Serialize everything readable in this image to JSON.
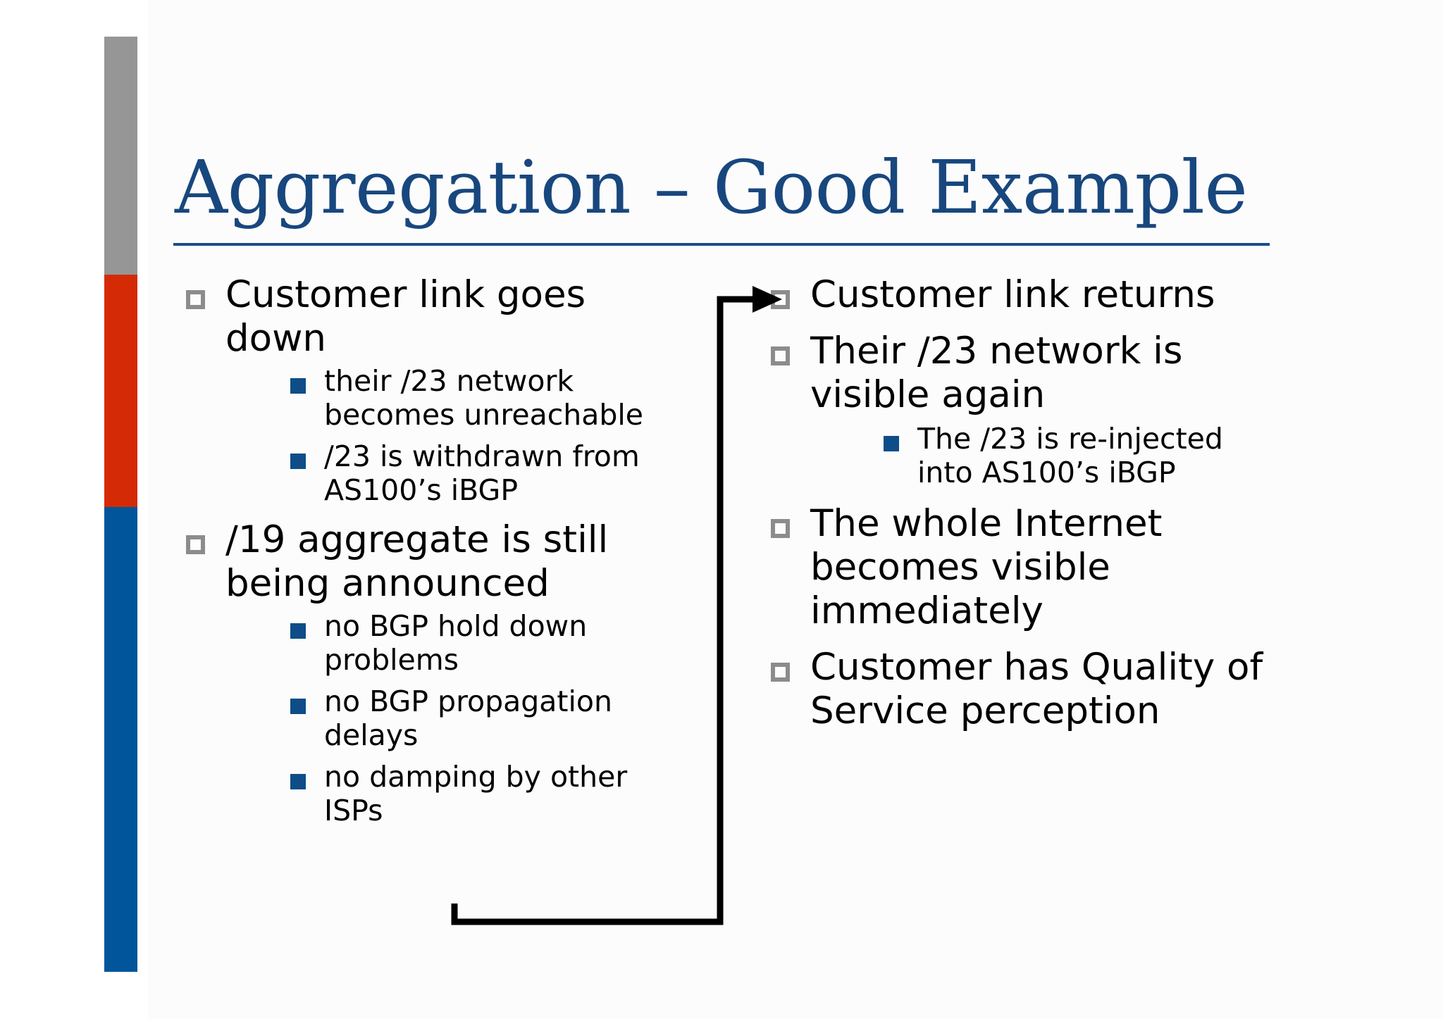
{
  "slide": {
    "title": "Aggregation – Good Example",
    "accent_colors": {
      "gray": "#969696",
      "red": "#d42b06",
      "blue": "#00559b",
      "title_blue": "#18477e",
      "bullet_level1": "#8c8c8c",
      "bullet_level2": "#0e4d87"
    }
  },
  "left_column": [
    {
      "text": "Customer link goes down",
      "sub": [
        "their /23 network becomes unreachable",
        "/23 is withdrawn from AS100’s iBGP"
      ]
    },
    {
      "text": "/19 aggregate is still being announced",
      "sub": [
        "no BGP hold down problems",
        "no BGP propagation delays",
        "no damping by other ISPs"
      ]
    }
  ],
  "right_column": [
    {
      "text": "Customer link returns",
      "sub": []
    },
    {
      "text": "Their /23 network is visible again",
      "sub": [
        "The /23 is re-injected into AS100’s iBGP"
      ]
    },
    {
      "text": "The whole Internet becomes visible immediately",
      "sub": []
    },
    {
      "text": "Customer has Quality of Service perception",
      "sub": []
    }
  ],
  "connector": {
    "label": "flow-arrow-from-no-damping-to-customer-link-returns"
  }
}
